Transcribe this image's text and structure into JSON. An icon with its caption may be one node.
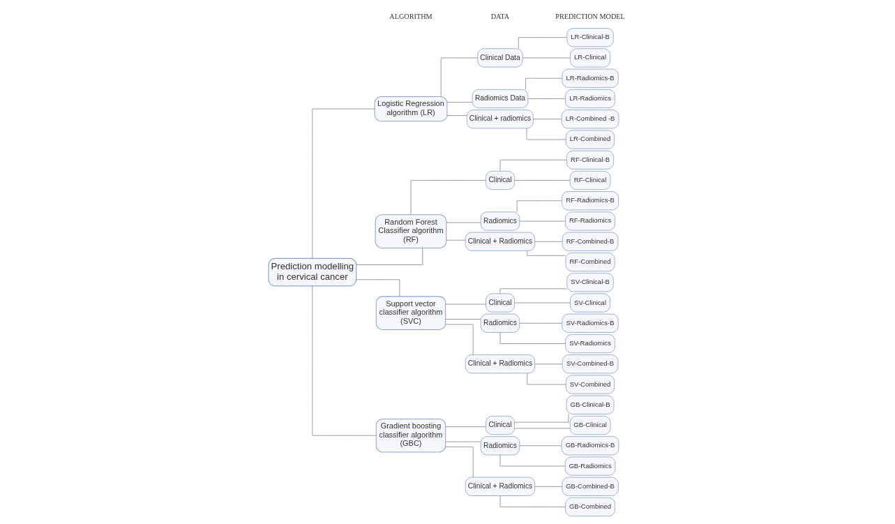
{
  "diagram": {
    "nodes": [
      {
        "text": [
          "Prediction modelling in cervical cancer"
        ]
      },
      {
        "text": [
          "Logistic Regression algorithm (LR)"
        ]
      },
      {
        "text": [
          "Random Forest Classifier algorithm (RF)"
        ]
      },
      {
        "text": [
          "Support vector classifier algorithm (SVC)"
        ]
      },
      {
        "text": [
          "Gradient boosting classifier algorithm (GBC)"
        ]
      },
      {
        "text": [
          "Clinical Data"
        ]
      },
      {
        "text": [
          "Radiomics Data"
        ]
      },
      {
        "text": [
          "Clinical + radiomics"
        ]
      },
      {
        "text": [
          "Clinical"
        ]
      },
      {
        "text": [
          "Radiomics"
        ]
      },
      {
        "text": [
          "Clinical + Radiomics"
        ]
      },
      {
        "text": [
          "Clinical"
        ]
      },
      {
        "text": [
          "Radiomics"
        ]
      },
      {
        "text": [
          "Clinical + Radiomics"
        ]
      },
      {
        "text": [
          "Clinical"
        ]
      },
      {
        "text": [
          "Radiomics"
        ]
      },
      {
        "text": [
          "Clinical + Radiomics"
        ]
      },
      {
        "text": [
          "LR-Clinical-B"
        ]
      },
      {
        "text": [
          "LR-Clinical"
        ]
      },
      {
        "text": [
          "LR-Radiomics-B"
        ]
      },
      {
        "text": [
          "LR-Radiomics"
        ]
      },
      {
        "text": [
          "LR-Combined -B"
        ]
      },
      {
        "text": [
          "LR-Combined"
        ]
      },
      {
        "text": [
          "RF-Clinical-B"
        ]
      },
      {
        "text": [
          "RF-Clinical"
        ]
      },
      {
        "text": [
          "RF-Radiomics-B"
        ]
      },
      {
        "text": [
          "RF-Radiomics"
        ]
      },
      {
        "text": [
          "RF-Combined-B"
        ]
      },
      {
        "text": [
          "RF-Combined"
        ]
      },
      {
        "text": [
          "SV-Clinical-B"
        ]
      },
      {
        "text": [
          "SV-Clinical"
        ]
      },
      {
        "text": [
          "SV-Radiomics-B"
        ]
      },
      {
        "text": [
          "SV-Radiomics"
        ]
      },
      {
        "text": [
          "SV-Combined-B"
        ]
      },
      {
        "text": [
          "SV-Combined"
        ]
      },
      {
        "text": [
          "GB-Clinical-B"
        ]
      },
      {
        "text": [
          "GB-Clinical"
        ]
      },
      {
        "text": [
          "GB-Radiomics-B"
        ]
      },
      {
        "text": [
          "GB-Radiomics"
        ]
      },
      {
        "text": [
          "GB-Combined-B"
        ]
      },
      {
        "text": [
          "GB-Combined"
        ]
      }
    ],
    "edges": [
      {
        "from": 0,
        "to": 1,
        "arrow": "none"
      },
      {
        "from": 0,
        "to": 2,
        "arrow": "none"
      },
      {
        "from": 0,
        "to": 3,
        "arrow": "none"
      },
      {
        "from": 0,
        "to": 4,
        "arrow": "none"
      },
      {
        "from": 1,
        "to": 5,
        "arrow": "none"
      },
      {
        "from": 1,
        "to": 6,
        "arrow": "none"
      },
      {
        "from": 1,
        "to": 7,
        "arrow": "none"
      },
      {
        "from": 2,
        "to": 8,
        "arrow": "none"
      },
      {
        "from": 2,
        "to": 9,
        "arrow": "none"
      },
      {
        "from": 2,
        "to": 10,
        "arrow": "none"
      },
      {
        "from": 3,
        "to": 11,
        "arrow": "none"
      },
      {
        "from": 3,
        "to": 12,
        "arrow": "none"
      },
      {
        "from": 3,
        "to": 13,
        "arrow": "none"
      },
      {
        "from": 4,
        "to": 14,
        "arrow": "none"
      },
      {
        "from": 4,
        "to": 15,
        "arrow": "none"
      },
      {
        "from": 4,
        "to": 16,
        "arrow": "none"
      },
      {
        "from": 5,
        "to": 17,
        "arrow": "none"
      },
      {
        "from": 5,
        "to": 18,
        "arrow": "none"
      },
      {
        "from": 6,
        "to": 19,
        "arrow": "none"
      },
      {
        "from": 6,
        "to": 20,
        "arrow": "none"
      },
      {
        "from": 7,
        "to": 21,
        "arrow": "none"
      },
      {
        "from": 7,
        "to": 22,
        "arrow": "none"
      },
      {
        "from": 8,
        "to": 23,
        "arrow": "none"
      },
      {
        "from": 8,
        "to": 24,
        "arrow": "none"
      },
      {
        "from": 9,
        "to": 25,
        "arrow": "none"
      },
      {
        "from": 9,
        "to": 26,
        "arrow": "none"
      },
      {
        "from": 10,
        "to": 27,
        "arrow": "none"
      },
      {
        "from": 10,
        "to": 28,
        "arrow": "none"
      },
      {
        "from": 11,
        "to": 29,
        "arrow": "none"
      },
      {
        "from": 11,
        "to": 30,
        "arrow": "none"
      },
      {
        "from": 12,
        "to": 31,
        "arrow": "none"
      },
      {
        "from": 12,
        "to": 32,
        "arrow": "none"
      },
      {
        "from": 13,
        "to": 33,
        "arrow": "none"
      },
      {
        "from": 13,
        "to": 34,
        "arrow": "none"
      },
      {
        "from": 14,
        "to": 35,
        "arrow": "none"
      },
      {
        "from": 14,
        "to": 36,
        "arrow": "none"
      },
      {
        "from": 15,
        "to": 37,
        "arrow": "none"
      },
      {
        "from": 15,
        "to": 38,
        "arrow": "none"
      },
      {
        "from": 16,
        "to": 39,
        "arrow": "none"
      },
      {
        "from": 16,
        "to": 40,
        "arrow": "none"
      }
    ],
    "labels": [
      "ALGORITHM",
      "DATA",
      "PREDICTION MODEL"
    ]
  }
}
